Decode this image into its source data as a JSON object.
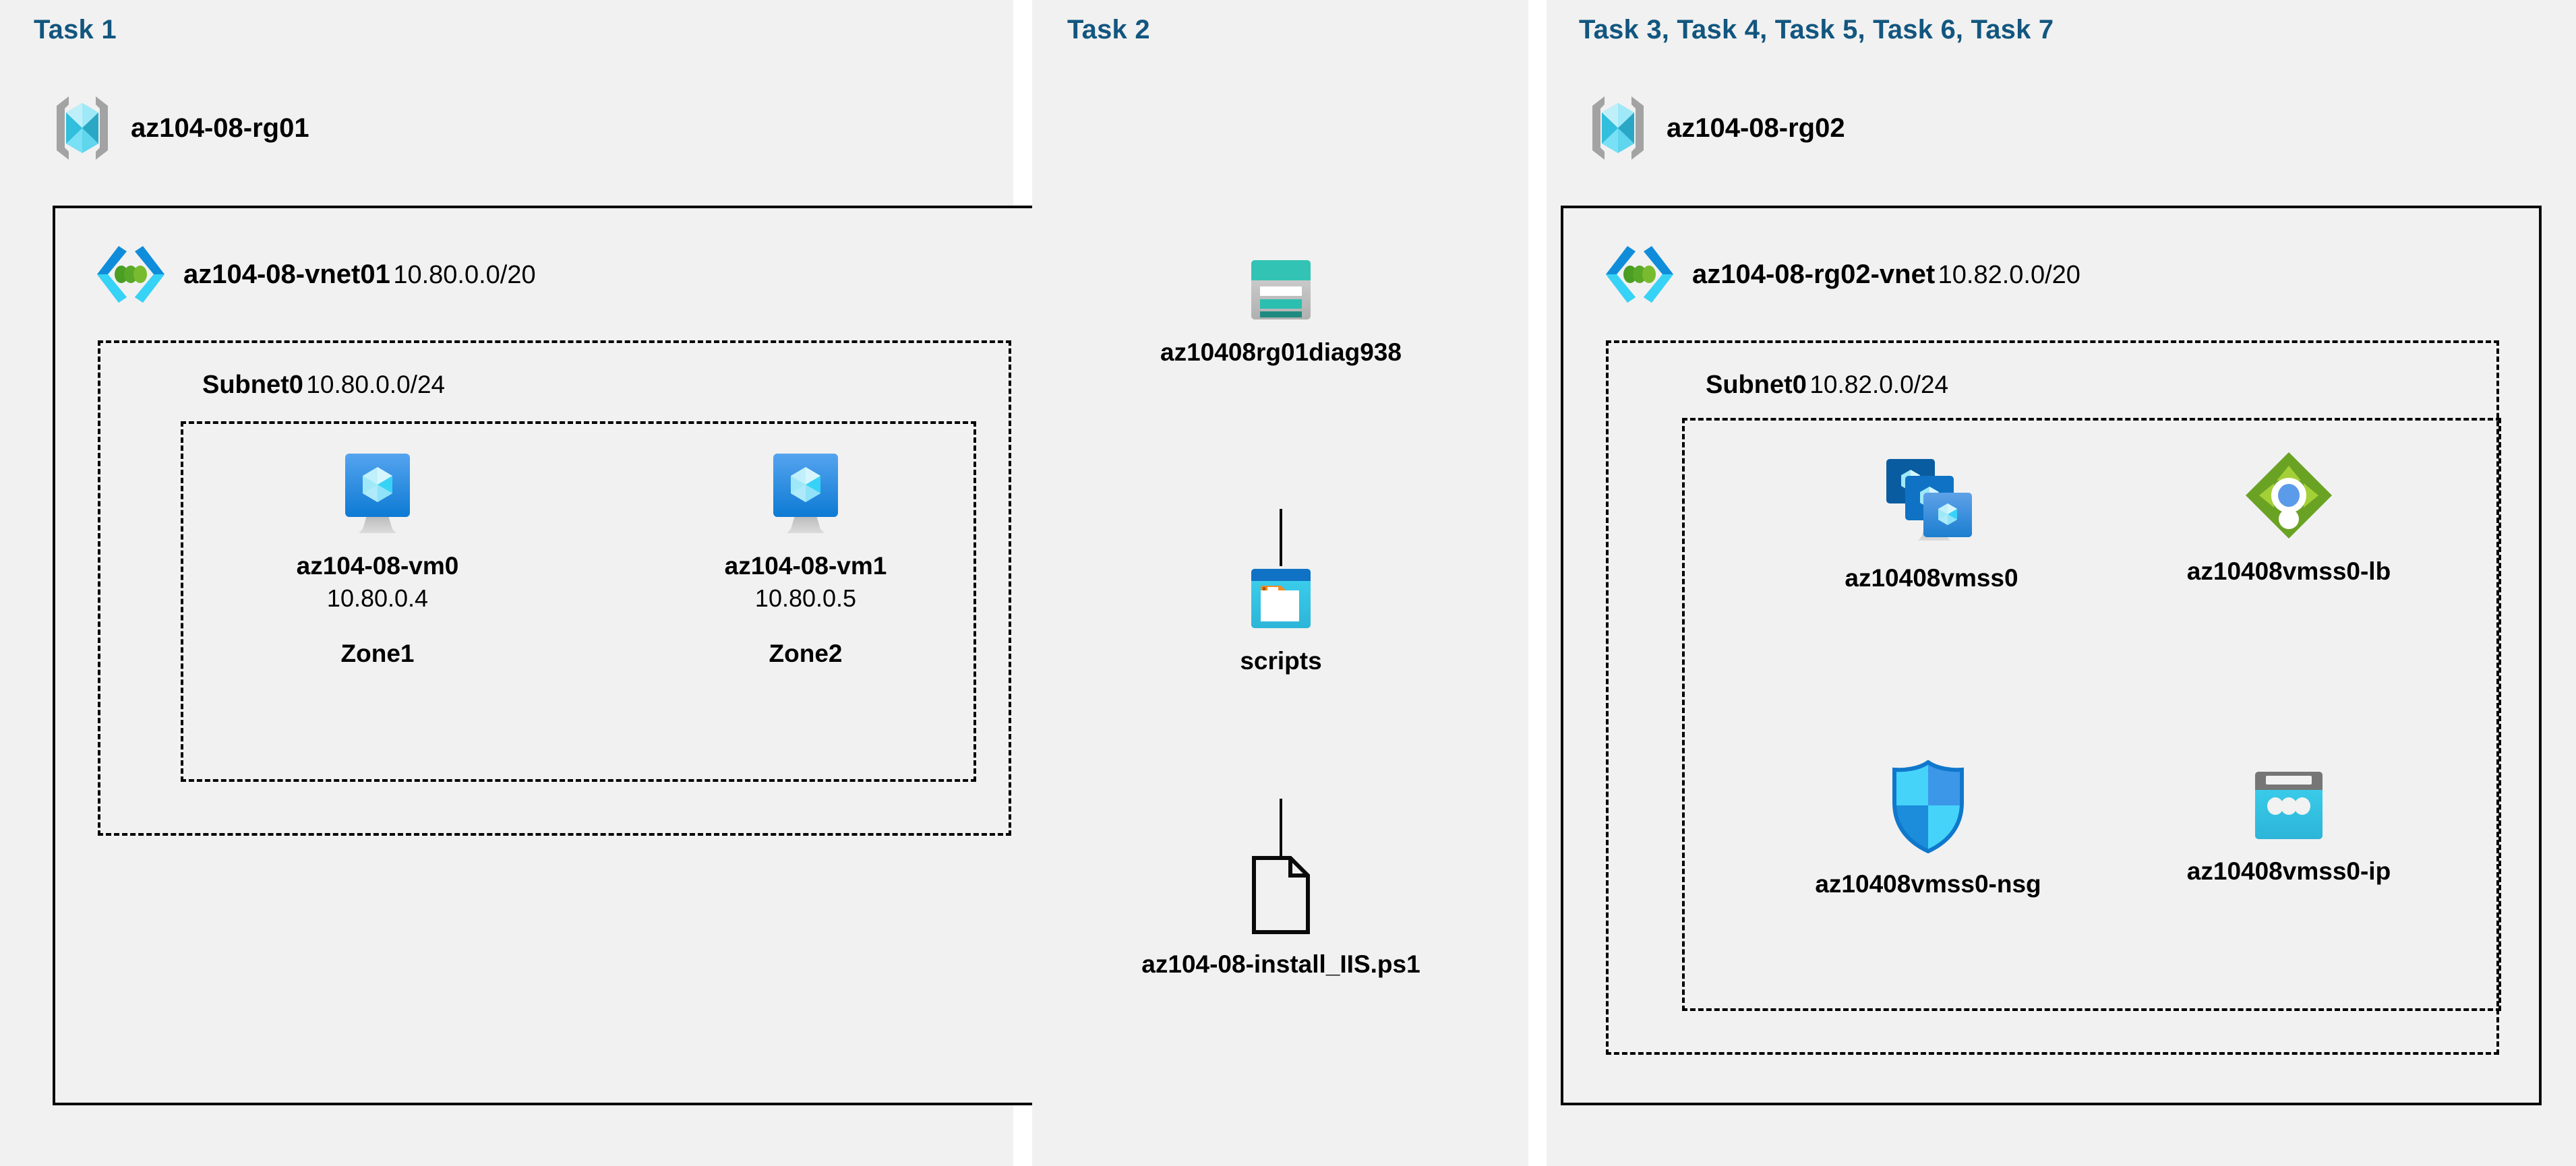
{
  "panels": [
    {
      "task_label": "Task 1"
    },
    {
      "task_label": "Task 2"
    },
    {
      "task_label": "Task 3, Task 4, Task 5, Task 6, Task 7"
    }
  ],
  "resource_groups": [
    {
      "name": "az104-08-rg01",
      "icon": "resource-group-icon"
    },
    {
      "name": "az104-08-rg02",
      "icon": "resource-group-icon"
    }
  ],
  "vnets": [
    {
      "name": "az104-08-vnet01",
      "cidr": "10.80.0.0/20",
      "icon": "virtual-network-icon"
    },
    {
      "name": "az104-08-rg02-vnet",
      "cidr": "10.82.0.0/20",
      "icon": "virtual-network-icon"
    }
  ],
  "subnets": [
    {
      "name": "Subnet0",
      "cidr": "10.80.0.0/24"
    },
    {
      "name": "Subnet0",
      "cidr": "10.82.0.0/24"
    }
  ],
  "vms": [
    {
      "name": "az104-08-vm0",
      "ip": "10.80.0.4",
      "zone": "Zone1",
      "icon": "virtual-machine-icon"
    },
    {
      "name": "az104-08-vm1",
      "ip": "10.80.0.5",
      "zone": "Zone2",
      "icon": "virtual-machine-icon"
    }
  ],
  "storage_chain": [
    {
      "name": "az10408rg01diag938",
      "icon": "storage-account-icon"
    },
    {
      "name": "scripts",
      "icon": "blob-container-icon"
    },
    {
      "name": "az104-08-install_IIS.ps1",
      "icon": "file-icon"
    }
  ],
  "rg02_resources": [
    {
      "name": "az10408vmss0",
      "icon": "vm-scale-set-icon"
    },
    {
      "name": "az10408vmss0-lb",
      "icon": "load-balancer-icon"
    },
    {
      "name": "az10408vmss0-nsg",
      "icon": "network-security-group-icon"
    },
    {
      "name": "az10408vmss0-ip",
      "icon": "public-ip-address-icon"
    }
  ],
  "colors": {
    "task_label": "#12567f",
    "panel_bg": "#f1f1f1",
    "border": "#0a0a0a",
    "azure_blue": "#0078d4",
    "azure_cyan": "#32bedd",
    "azure_teal": "#2bb3a8",
    "azure_green": "#7fba00",
    "icon_gray": "#9a9a9a"
  }
}
